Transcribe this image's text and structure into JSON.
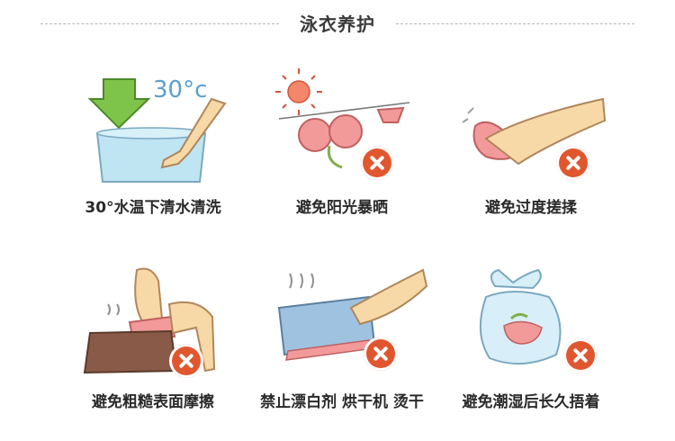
{
  "header": {
    "title": "泳衣养护"
  },
  "items": [
    {
      "caption": "30°水温下清水清洗",
      "temp": "30°c",
      "icon": "wash-water-icon",
      "forbidden": false
    },
    {
      "caption": "避免阳光暴晒",
      "icon": "sun-drying-icon",
      "forbidden": true
    },
    {
      "caption": "避免过度搓揉",
      "icon": "hand-rubbing-icon",
      "forbidden": true
    },
    {
      "caption": "避免粗糙表面摩擦",
      "icon": "rough-surface-icon",
      "forbidden": true
    },
    {
      "caption": "禁止漂白剂 烘干机 烫干",
      "icon": "ironing-icon",
      "forbidden": true
    },
    {
      "caption": "避免潮湿后长久捂着",
      "icon": "wet-bag-icon",
      "forbidden": true
    }
  ],
  "colors": {
    "cross": "#e0572f",
    "water": "#bfe4f2",
    "arrow": "#7fc44a",
    "skin": "#f7d9a8",
    "fabric": "#f29a9a"
  }
}
